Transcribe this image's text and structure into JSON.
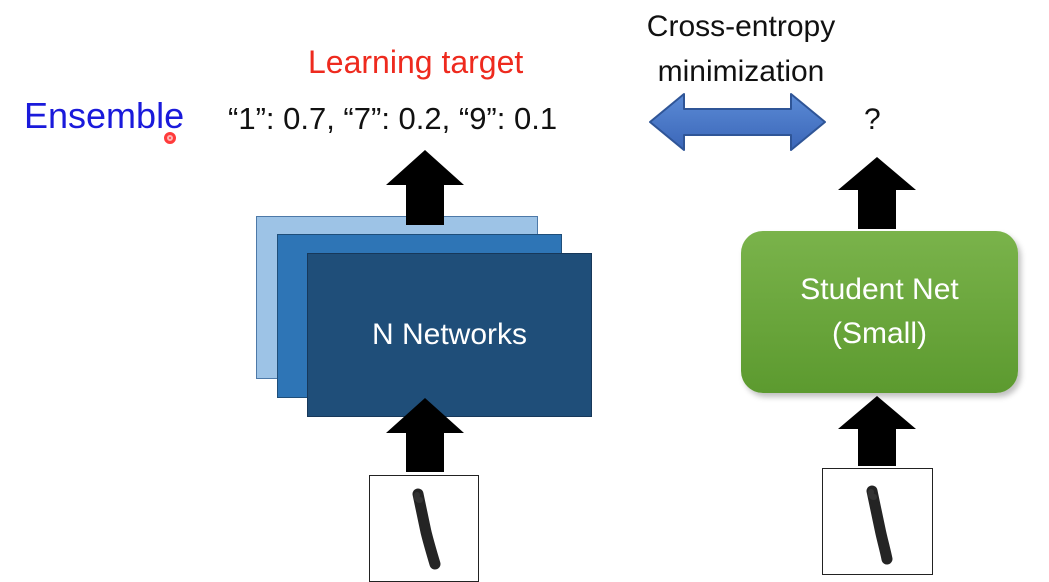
{
  "ensemble": {
    "label": "Ensemble"
  },
  "target": {
    "label": "Learning target",
    "values_text": "“1”: 0.7, “7”: 0.2, “9”: 0.1",
    "distribution": [
      {
        "class": "1",
        "prob": 0.7
      },
      {
        "class": "7",
        "prob": 0.2
      },
      {
        "class": "9",
        "prob": 0.1
      }
    ]
  },
  "objective": {
    "line1": "Cross-entropy",
    "line2": "minimization"
  },
  "student_output": {
    "text": "?"
  },
  "teacher": {
    "label": "N Networks"
  },
  "student": {
    "line1": "Student Net",
    "line2": "(Small)"
  },
  "inputs": {
    "digit": "1"
  },
  "colors": {
    "ensemble_text": "#1a1adb",
    "target_text": "#ee2a1e",
    "double_arrow": "#4472c4",
    "card_light": "#9dc3e6",
    "card_mid": "#2e75b6",
    "card_dark": "#1f4e79",
    "student_green": "#70ad47",
    "arrow_black": "#000000"
  },
  "icons": {
    "up_arrow": "up-arrow-icon",
    "double_arrow": "double-arrow-icon",
    "pointer": "cursor-dot-icon"
  }
}
